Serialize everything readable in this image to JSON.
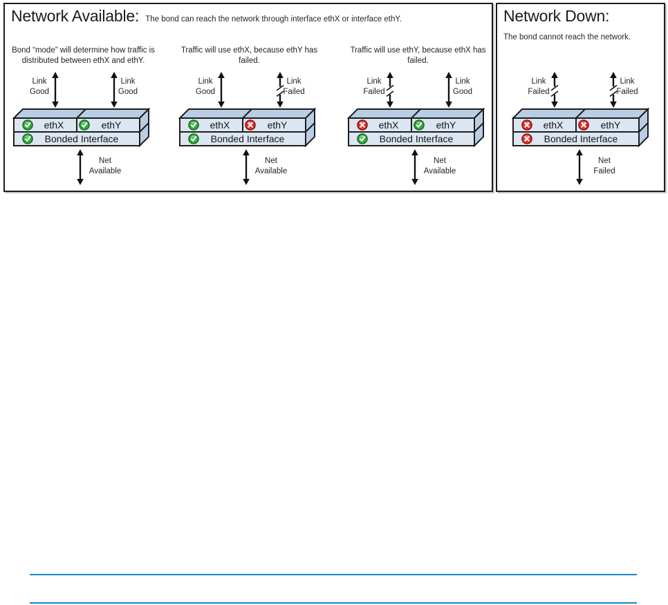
{
  "colors": {
    "box_front_face": "#dce6f2",
    "box_top_side_face": "#b9cde5",
    "box_border": "#1c1c1c",
    "status_good_green": "#2fae3d",
    "status_failed_red": "#e53125",
    "bottom_rule_blue": "#1287c9"
  },
  "panels": [
    {
      "title": "Network Available:",
      "subtitle": "The bond can reach the network through interface ethX or interface ethY.",
      "scenarios": [
        {
          "caption": "Bond “mode” will determine how traffic is distributed between ethX and ethY.",
          "links": {
            "left": {
              "line1": "Link",
              "line2": "Good",
              "state": "good"
            },
            "right": {
              "line1": "Link",
              "line2": "Good",
              "state": "good"
            }
          },
          "cells": {
            "ethx": {
              "label": "ethX",
              "status": "good"
            },
            "ethy": {
              "label": "ethY",
              "status": "good"
            },
            "bond": {
              "label": "Bonded Interface",
              "status": "good"
            }
          },
          "net": {
            "line1": "Net",
            "line2": "Available",
            "state": "good"
          }
        },
        {
          "caption": "Traffic will use ethX, because ethY has failed.",
          "links": {
            "left": {
              "line1": "Link",
              "line2": "Good",
              "state": "good"
            },
            "right": {
              "line1": "Link",
              "line2": "Failed",
              "state": "failed"
            }
          },
          "cells": {
            "ethx": {
              "label": "ethX",
              "status": "good"
            },
            "ethy": {
              "label": "ethY",
              "status": "failed"
            },
            "bond": {
              "label": "Bonded Interface",
              "status": "good"
            }
          },
          "net": {
            "line1": "Net",
            "line2": "Available",
            "state": "good"
          }
        },
        {
          "caption": "Traffic will use ethY, because ethX has failed.",
          "links": {
            "left": {
              "line1": "Link",
              "line2": "Failed",
              "state": "failed"
            },
            "right": {
              "line1": "Link",
              "line2": "Good",
              "state": "good"
            }
          },
          "cells": {
            "ethx": {
              "label": "ethX",
              "status": "failed"
            },
            "ethy": {
              "label": "ethY",
              "status": "good"
            },
            "bond": {
              "label": "Bonded Interface",
              "status": "good"
            }
          },
          "net": {
            "line1": "Net",
            "line2": "Available",
            "state": "good"
          }
        }
      ]
    },
    {
      "title": "Network Down:",
      "subtitle": "The bond cannot reach the network.",
      "scenarios": [
        {
          "caption": "",
          "links": {
            "left": {
              "line1": "Link",
              "line2": "Failed",
              "state": "failed"
            },
            "right": {
              "line1": "Link",
              "line2": "Failed",
              "state": "failed"
            }
          },
          "cells": {
            "ethx": {
              "label": "ethX",
              "status": "failed"
            },
            "ethy": {
              "label": "ethY",
              "status": "failed"
            },
            "bond": {
              "label": "Bonded Interface",
              "status": "failed"
            }
          },
          "net": {
            "line1": "Net",
            "line2": "Failed",
            "state": "failed"
          }
        }
      ]
    }
  ]
}
